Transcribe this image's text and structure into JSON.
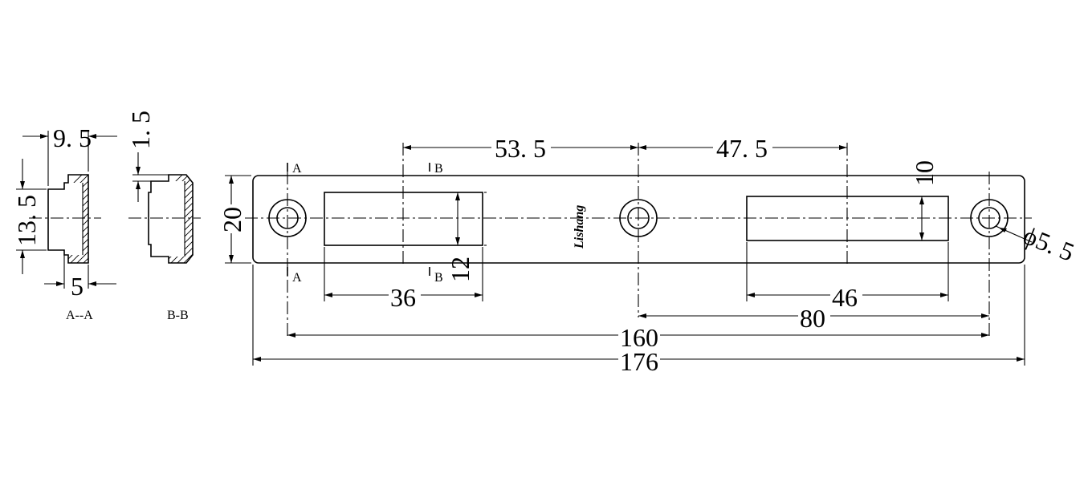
{
  "section_a": {
    "title": "A--A",
    "dim_width": "9. 5",
    "dim_height": "13. 5",
    "dim_inner": "5"
  },
  "section_b": {
    "title": "B-B",
    "dim_thickness": "1. 5"
  },
  "plate": {
    "section_mark_a": "A",
    "section_mark_b": "B",
    "dim_overall_length": "176",
    "dim_hole_spacing": "160",
    "dim_center_to_right": "80",
    "dim_height": "20",
    "dim_left_slot_width": "36",
    "dim_left_slot_height": "12",
    "dim_right_slot_width": "46",
    "dim_right_slot_height": "10",
    "dim_left_offset": "53. 5",
    "dim_right_offset": "47. 5",
    "dim_hole_diameter": "ϕ5. 5",
    "logo_text": "Lishang"
  }
}
